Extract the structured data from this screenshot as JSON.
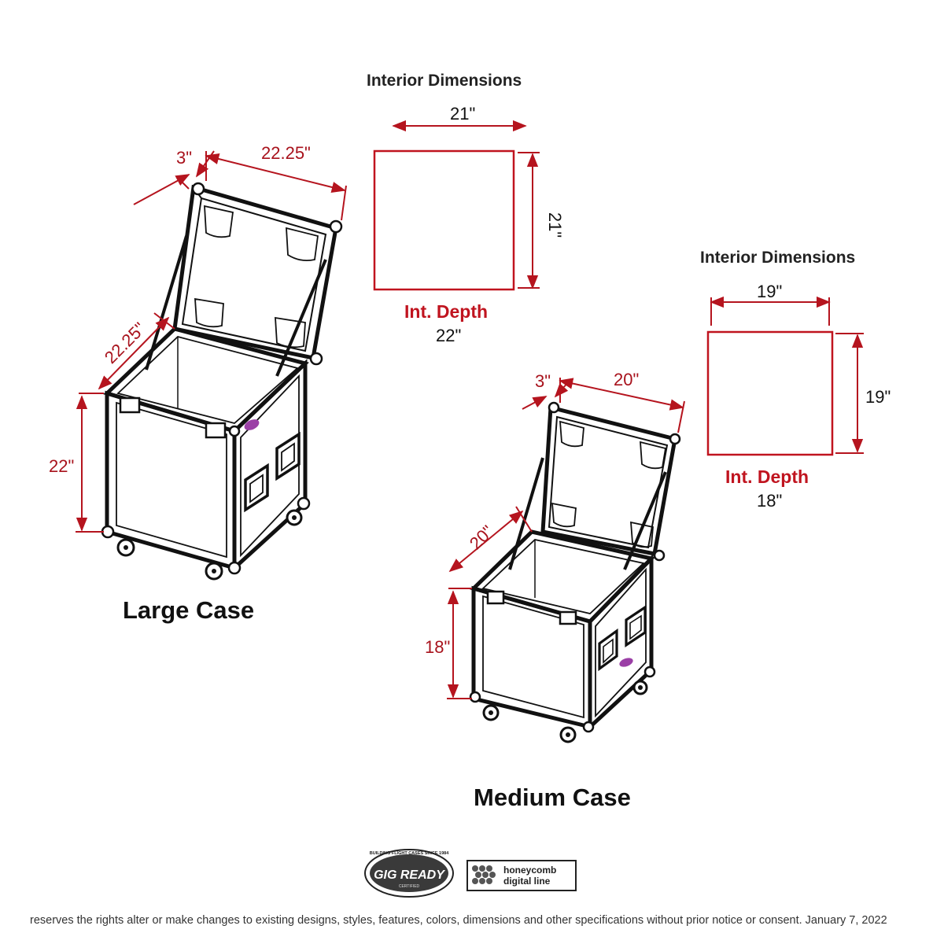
{
  "large": {
    "label": "Large Case",
    "dims": {
      "lid_thickness": "3\"",
      "width": "22.25\"",
      "depth": "22.25\"",
      "height": "22\""
    }
  },
  "large_interior": {
    "title": "Interior Dimensions",
    "width": "21\"",
    "length": "21\"",
    "depth_label": "Int. Depth",
    "depth_value": "22\""
  },
  "medium": {
    "label": "Medium Case",
    "dims": {
      "lid_thickness": "3\"",
      "width": "20\"",
      "depth": "20\"",
      "height": "18\""
    }
  },
  "medium_interior": {
    "title": "Interior Dimensions",
    "width": "19\"",
    "length": "19\"",
    "depth_label": "Int. Depth",
    "depth_value": "18\""
  },
  "logos": {
    "gig_ready": {
      "main": "GIG READY",
      "arc_text": "BUILDING FLIGHT CASES SINCE 1984",
      "sub": "CERTIFIED"
    },
    "honeycomb": {
      "line1": "honeycomb",
      "line2": "digital line"
    }
  },
  "footer": "reserves the rights alter or make changes to existing designs, styles, features, colors, dimensions and other specifications without prior notice or consent.  January 7, 2022",
  "colors": {
    "dimension_red": "#b5141e",
    "outline": "#111111",
    "accent_purple": "#9b3fa6"
  },
  "icons": [
    "caster-wheel-icon",
    "ball-corner-icon",
    "recessed-handle-icon",
    "honeycomb-hex-icon"
  ]
}
